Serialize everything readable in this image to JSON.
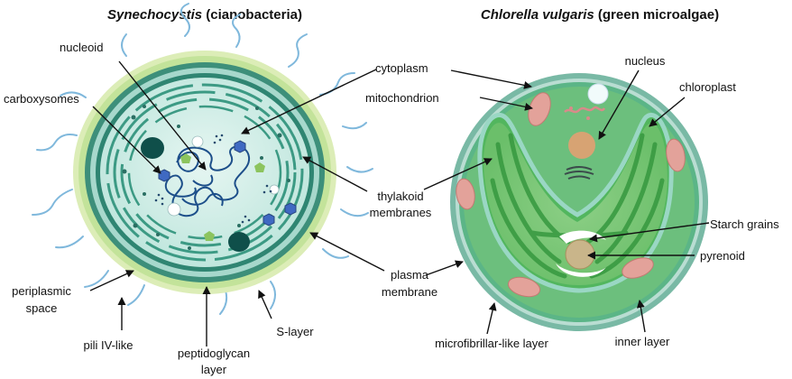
{
  "left_panel": {
    "title_italic": "Synechocystis",
    "title_rest": " (cianobacteria)",
    "labels": {
      "nucleoid": "nucleoid",
      "carboxysomes": "carboxysomes",
      "cytoplasm": "cytoplasm",
      "thylakoid_1": "thylakoid",
      "thylakoid_2": "membranes",
      "plasma_1": "plasma",
      "plasma_2": "membrane",
      "periplasmic_1": "periplasmic",
      "periplasmic_2": "space",
      "pili": "pili IV-like",
      "peptidoglycan_1": "peptidoglycan",
      "peptidoglycan_2": "layer",
      "slayer": "S-layer"
    }
  },
  "right_panel": {
    "title_italic": "Chlorella vulgaris",
    "title_rest": " (green microalgae)",
    "labels": {
      "nucleus": "nucleus",
      "mitochondrion": "mitochondrion",
      "chloroplast": "chloroplast",
      "starch": "Starch grains",
      "pyrenoid": "pyrenoid",
      "microfibrillar": "microfibrillar-like layer",
      "inner_layer": "inner layer"
    }
  }
}
